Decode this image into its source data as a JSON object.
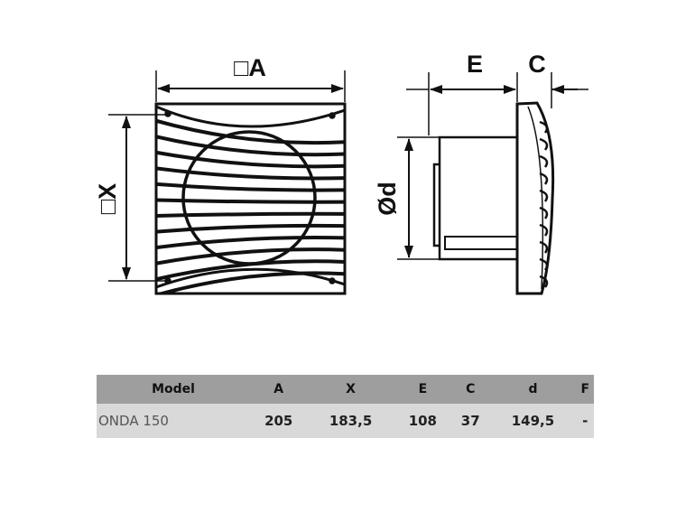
{
  "drawing": {
    "labels": {
      "A": "□A",
      "X": "□X",
      "E": "E",
      "C": "C",
      "d": "Ød"
    }
  },
  "table": {
    "headers": [
      "Model",
      "A",
      "X",
      "E",
      "C",
      "d",
      "F"
    ],
    "rows": [
      [
        "ONDA 150",
        "205",
        "183,5",
        "108",
        "37",
        "149,5",
        "-"
      ]
    ]
  }
}
